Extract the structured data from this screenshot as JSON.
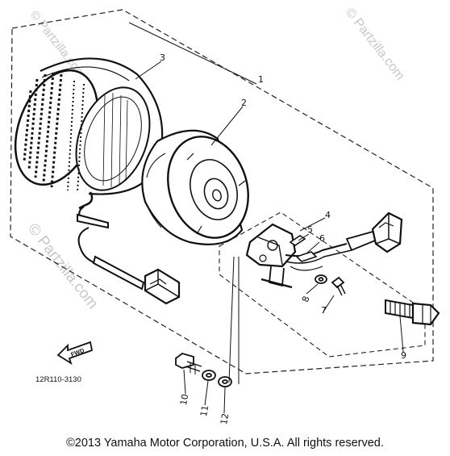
{
  "callouts": [
    "1",
    "2",
    "3",
    "4",
    "5",
    "6",
    "8",
    "7",
    "9",
    "10",
    "11",
    "12"
  ],
  "watermarks": {
    "left": "© Partzilla.com",
    "top": "© Partzilla.com",
    "right": "© Partzilla.com"
  },
  "fwd_label": "FWD",
  "diagram_code": "12R110-3130",
  "copyright": "©2013 Yamaha Motor Corporation, U.S.A. All rights reserved."
}
